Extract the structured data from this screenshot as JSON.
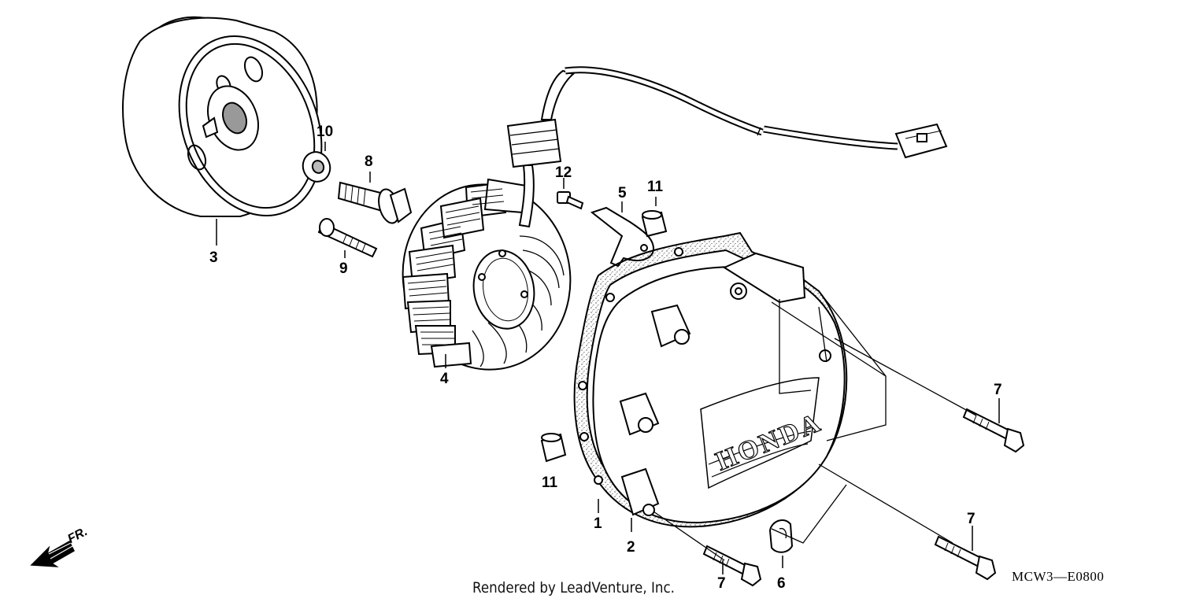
{
  "diagram": {
    "callouts": [
      {
        "id": "c3",
        "text": "3"
      },
      {
        "id": "c10",
        "text": "10"
      },
      {
        "id": "c8",
        "text": "8"
      },
      {
        "id": "c9",
        "text": "9"
      },
      {
        "id": "c4",
        "text": "4"
      },
      {
        "id": "c12",
        "text": "12"
      },
      {
        "id": "c5",
        "text": "5"
      },
      {
        "id": "c11a",
        "text": "11"
      },
      {
        "id": "c11b",
        "text": "11"
      },
      {
        "id": "c1",
        "text": "1"
      },
      {
        "id": "c2",
        "text": "2"
      },
      {
        "id": "c7a",
        "text": "7"
      },
      {
        "id": "c7b",
        "text": "7"
      },
      {
        "id": "c7c",
        "text": "7"
      },
      {
        "id": "c6",
        "text": "6"
      }
    ],
    "cover_brand": "HONDA",
    "direction_label": "FR.",
    "diagram_code": "MCW3—E0800",
    "credit": "Rendered by LeadVenture, Inc."
  }
}
